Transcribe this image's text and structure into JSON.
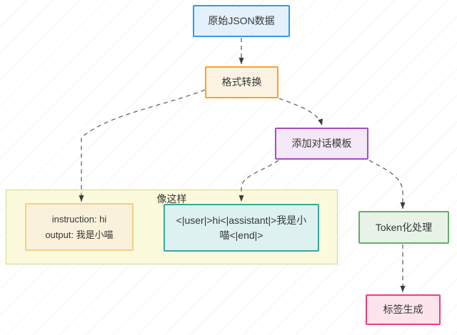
{
  "colors": {
    "canvas-bg": "#ffffff",
    "text": "#363636",
    "arrow-line": "#6e6e6e",
    "arrow-head": "#3c3c3c",
    "blue-fill": "#e3f1fc",
    "blue-border": "#2e9bf0",
    "orange-fill": "#fdf3e2",
    "orange-border": "#f7a523",
    "purple-fill": "#f5e8f8",
    "purple-border": "#a64cc6",
    "group-fill": "#fbfadc",
    "group-border": "#d8d489",
    "cream-fill": "#faf1dc",
    "cream-border": "#f2cf84",
    "teal-fill": "#dcf1f0",
    "teal-border": "#38a79a",
    "green-fill": "#e7f3e7",
    "green-border": "#67ac6b",
    "pink-fill": "#fce3ec",
    "pink-border": "#ec3e7f"
  },
  "nodes": {
    "raw_json": {
      "label": "原始JSON数据"
    },
    "format_convert": {
      "label": "格式转换"
    },
    "add_template": {
      "label": "添加对话模板"
    },
    "example_group": {
      "label": "像这样"
    },
    "instruction_example": {
      "line1": "instruction: hi",
      "line2": "output: 我是小喵"
    },
    "template_example": {
      "label": "<|user|>hi<|assistant|>我是小喵<|end|>"
    },
    "tokenize": {
      "label": "Token化处理"
    },
    "label_generation": {
      "label": "标签生成"
    }
  },
  "edges": [
    {
      "from": "raw_json",
      "to": "format_convert"
    },
    {
      "from": "format_convert",
      "to": "instruction_example"
    },
    {
      "from": "format_convert",
      "to": "add_template"
    },
    {
      "from": "add_template",
      "to": "template_example"
    },
    {
      "from": "add_template",
      "to": "tokenize"
    },
    {
      "from": "tokenize",
      "to": "label_generation"
    }
  ]
}
